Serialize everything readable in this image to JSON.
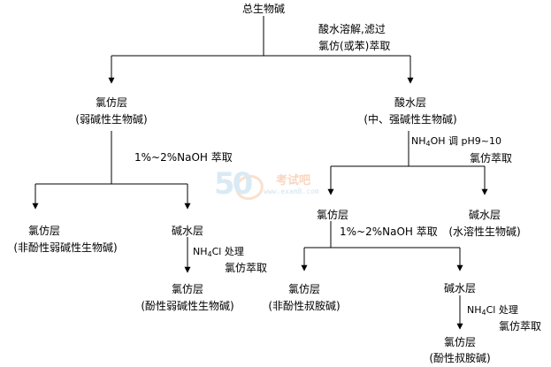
{
  "nodes": {
    "root": "总生物碱",
    "chcl3_1": "氯仿层",
    "chcl3_1_desc": "(弱碱性生物碱)",
    "acid": "酸水层",
    "acid_desc": "(中、强碱性生物碱)",
    "chcl3_2": "氯仿层",
    "chcl3_2_desc": "(非酚性弱碱性生物碱)",
    "base_1": "碱水层",
    "chcl3_3": "氯仿层",
    "chcl3_3_desc": "(酚性弱碱性生物碱)",
    "chcl3_4": "氯仿层",
    "base_2": "碱水层",
    "base_2_desc": "(水溶性生物碱)",
    "chcl3_5": "氯仿层",
    "chcl3_5_desc": "(非酚性叔胺碱)",
    "base_3": "碱水层",
    "chcl3_6": "氯仿层",
    "chcl3_6_desc": "(酚性叔胺碱)"
  },
  "steps": {
    "dissolve": "酸水溶解,滤过",
    "extract_benzene": "氯仿(或苯)萃取",
    "naoh_1": "1%~2%NaOH 萃取",
    "ph_nh": "NH",
    "ph_sub": "4",
    "ph_rest": "OH 调 pH9~10",
    "ph_extract": "氯仿萃取",
    "naoh_2": "1%~2%NaOH 萃取",
    "nh_1": "NH",
    "nh_1_sub": "4",
    "nh_1_rest": "Cl 处理",
    "nh_1_extract": "氯仿萃取",
    "nh_2": "NH",
    "nh_2_sub": "4",
    "nh_2_rest": "Cl 处理",
    "nh_2_extract": "氯仿萃取"
  },
  "watermark": {
    "digits": "50",
    "name": "考试吧",
    "url": "www.exam8.com"
  }
}
